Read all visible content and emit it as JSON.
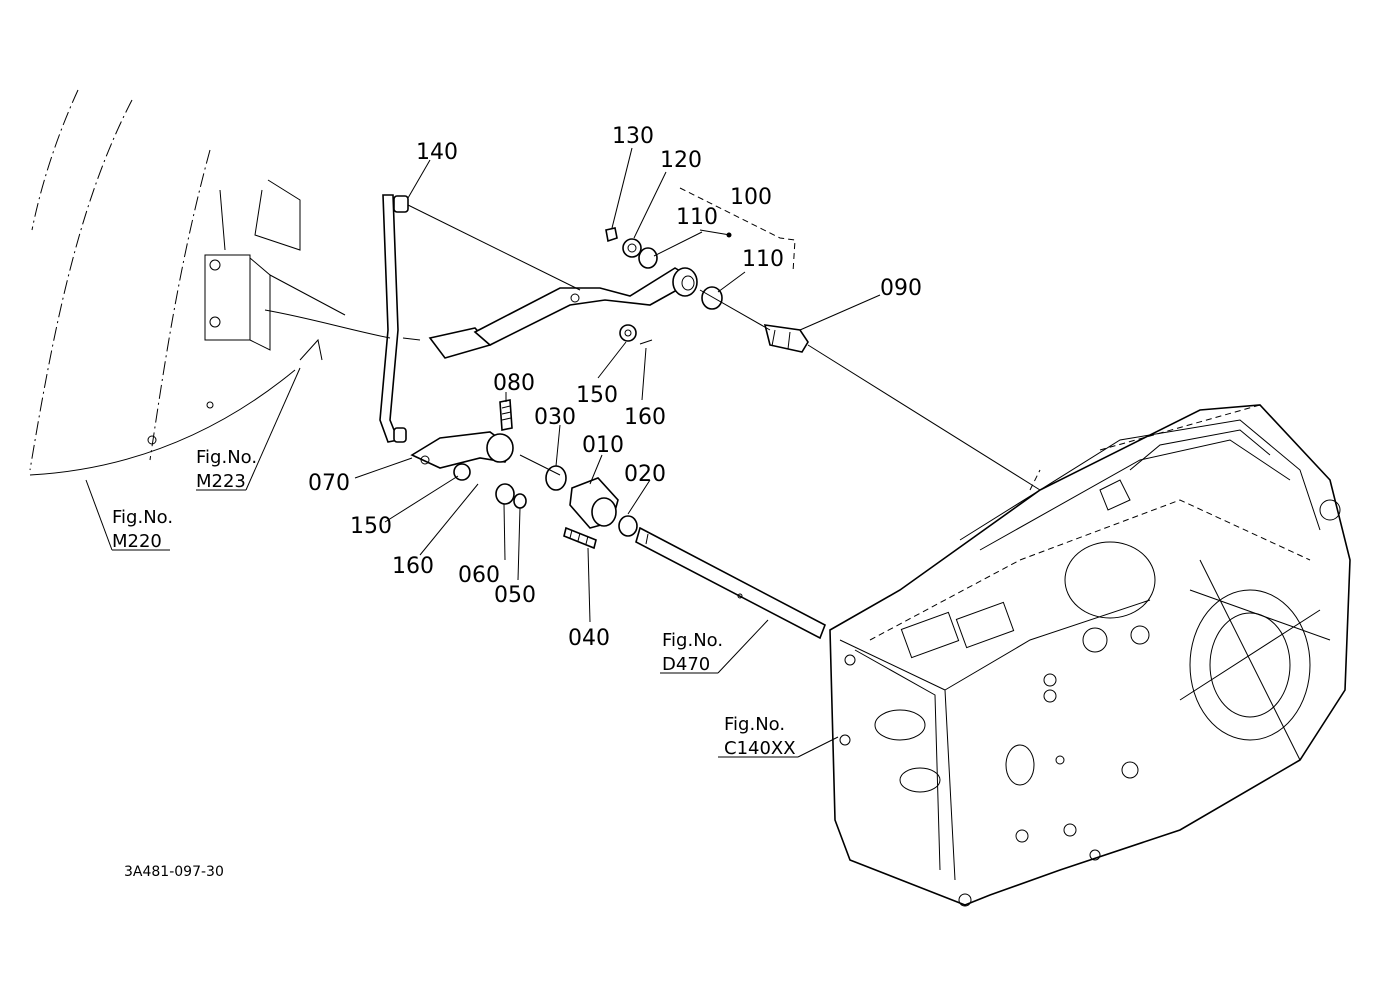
{
  "parts": [
    "010",
    "020",
    "030",
    "040",
    "050",
    "060",
    "070",
    "080",
    "090",
    "100",
    "110",
    "110",
    "120",
    "130",
    "140",
    "150",
    "150",
    "160",
    "160"
  ],
  "figure_refs": [
    {
      "fig": "Fig.No.",
      "code": "M220"
    },
    {
      "fig": "Fig.No.",
      "code": "M223"
    },
    {
      "fig": "Fig.No.",
      "code": "D470"
    },
    {
      "fig": "Fig.No.",
      "code": "C140XX"
    }
  ],
  "drawing_number": "3A481-097-30"
}
